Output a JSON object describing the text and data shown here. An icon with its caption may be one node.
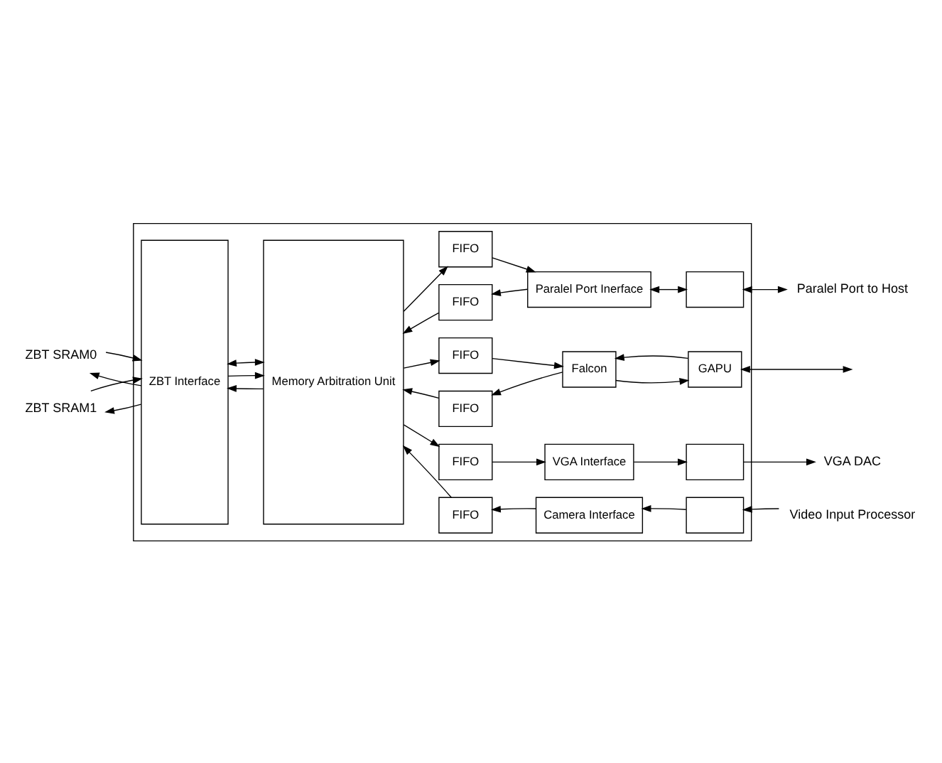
{
  "diagram": {
    "nodes": [
      {
        "text": [],
        "shape": "box"
      },
      {
        "text": [
          "ZBT Interface"
        ],
        "in": 0
      },
      {
        "text": [
          "Memory Arbitration Unit"
        ],
        "in": 0
      },
      {
        "text": [
          "FIFO"
        ],
        "in": 0
      },
      {
        "text": [
          "FIFO"
        ],
        "in": 0
      },
      {
        "text": [
          "FIFO"
        ],
        "in": 0
      },
      {
        "text": [
          "FIFO"
        ],
        "in": 0
      },
      {
        "text": [
          "FIFO"
        ],
        "in": 0
      },
      {
        "text": [
          "FIFO"
        ],
        "in": 0
      },
      {
        "text": [
          "Paralel Port Inerface"
        ],
        "in": 0
      },
      {
        "text": [],
        "shape": "box",
        "in": 0
      },
      {
        "text": [
          "Falcon"
        ],
        "in": 0
      },
      {
        "text": [
          "GAPU"
        ],
        "in": 0
      },
      {
        "text": [
          "VGA Interface"
        ],
        "in": 0
      },
      {
        "text": [],
        "shape": "box",
        "in": 0
      },
      {
        "text": [
          "Camera Interface"
        ],
        "in": 0
      },
      {
        "text": [],
        "shape": "box",
        "in": 0
      },
      {
        "text": [
          "ZBT SRAM0"
        ]
      },
      {
        "text": [
          "ZBT SRAM1"
        ]
      },
      {
        "text": [
          "Paralel Port to Host"
        ]
      },
      {
        "text": [
          "VGA DAC"
        ]
      },
      {
        "text": [
          "Video Input Processor"
        ]
      }
    ],
    "edges": [
      {
        "from": 1,
        "to": 17,
        "arrow": "to"
      },
      {
        "from": 17,
        "to": 1,
        "arrow": "to"
      },
      {
        "from": 1,
        "to": 18,
        "arrow": "to"
      },
      {
        "from": 18,
        "to": 1,
        "arrow": "to"
      },
      {
        "from": 2,
        "to": 1,
        "arrow": "to"
      },
      {
        "from": 1,
        "to": 2,
        "arrow": "to"
      },
      {
        "from": 1,
        "to": 2,
        "arrow": "both"
      },
      {
        "from": 3,
        "to": 2,
        "arrow": "to"
      },
      {
        "from": 2,
        "to": 4,
        "arrow": "to"
      },
      {
        "from": 5,
        "to": 2,
        "arrow": "to"
      },
      {
        "from": 2,
        "to": 6,
        "arrow": "to"
      },
      {
        "from": 2,
        "to": 7,
        "arrow": "to"
      },
      {
        "from": 8,
        "to": 2,
        "arrow": "to"
      },
      {
        "from": 9,
        "to": 3,
        "arrow": "to"
      },
      {
        "from": 4,
        "to": 9,
        "arrow": "to"
      },
      {
        "from": 9,
        "to": 10,
        "arrow": "both"
      },
      {
        "from": 10,
        "to": 19,
        "arrow": "both"
      },
      {
        "from": 11,
        "to": 5,
        "arrow": "to"
      },
      {
        "from": 6,
        "to": 11,
        "arrow": "to"
      },
      {
        "from": 11,
        "to": 12,
        "arrow": "to"
      },
      {
        "from": 12,
        "to": 11,
        "arrow": "to"
      },
      {
        "from": 12,
        "to": null,
        "arrow": "both"
      },
      {
        "from": 7,
        "to": 13,
        "arrow": "to"
      },
      {
        "from": 13,
        "to": 14,
        "arrow": "to"
      },
      {
        "from": 14,
        "to": 20,
        "arrow": "to"
      },
      {
        "from": 15,
        "to": 8,
        "arrow": "to"
      },
      {
        "from": 16,
        "to": 15,
        "arrow": "to"
      },
      {
        "from": 21,
        "to": 16,
        "arrow": "to"
      }
    ]
  }
}
